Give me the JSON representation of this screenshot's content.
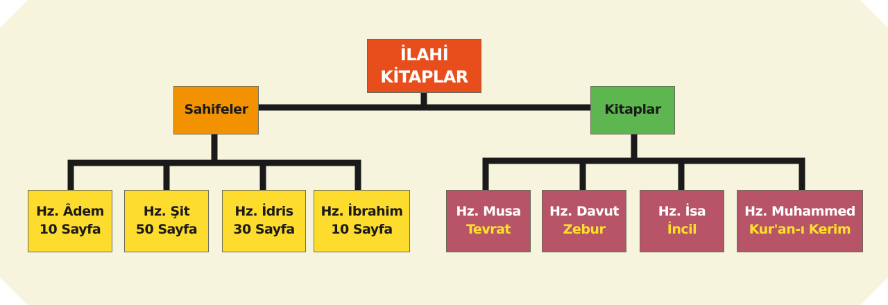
{
  "root": {
    "line1": "İLAHİ",
    "line2": "KİTAPLAR"
  },
  "groups": {
    "sahifeler": {
      "label": "Sahifeler",
      "items": [
        {
          "name": "Hz. Âdem",
          "detail": "10 Sayfa"
        },
        {
          "name": "Hz. Şit",
          "detail": "50 Sayfa"
        },
        {
          "name": "Hz. İdris",
          "detail": "30 Sayfa"
        },
        {
          "name": "Hz. İbrahim",
          "detail": "10 Sayfa"
        }
      ]
    },
    "kitaplar": {
      "label": "Kitaplar",
      "items": [
        {
          "name": "Hz. Musa",
          "detail": "Tevrat"
        },
        {
          "name": "Hz. Davut",
          "detail": "Zebur"
        },
        {
          "name": "Hz. İsa",
          "detail": "İncil"
        },
        {
          "name": "Hz. Muhammed",
          "detail": "Kur'an-ı Kerim"
        }
      ]
    }
  },
  "colors": {
    "root": "#e84e1b",
    "sahifeler": "#f39200",
    "kitaplar": "#5db64f",
    "sahife_item": "#fddc2e",
    "kitap_item": "#b85467",
    "highlight_text": "#fde12b",
    "connector": "#1a1a1a",
    "background": "#f7f4de"
  }
}
